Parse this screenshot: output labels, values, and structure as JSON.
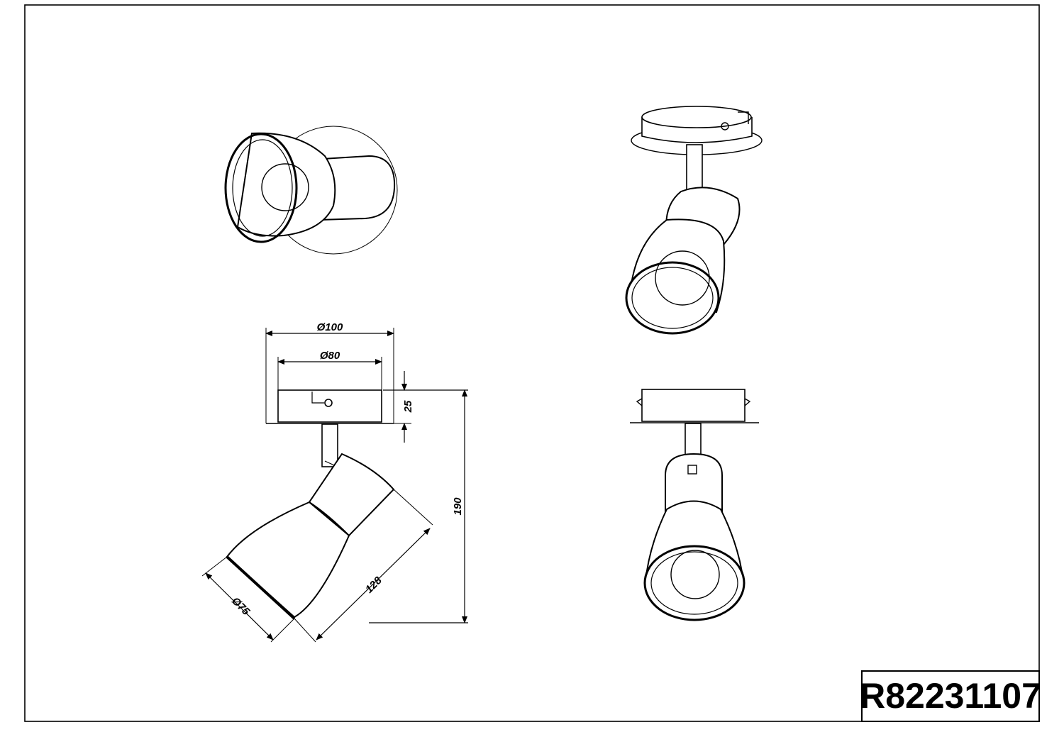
{
  "title_block": {
    "product_code": "R82231107"
  },
  "dimensions": {
    "base_outer_diameter": "Ø100",
    "base_inner_diameter": "Ø80",
    "base_height": "25",
    "total_height": "190",
    "shade_length": "128",
    "shade_diameter": "Ø75"
  },
  "colors": {
    "line": "#000000",
    "fill": "#ffffff"
  }
}
